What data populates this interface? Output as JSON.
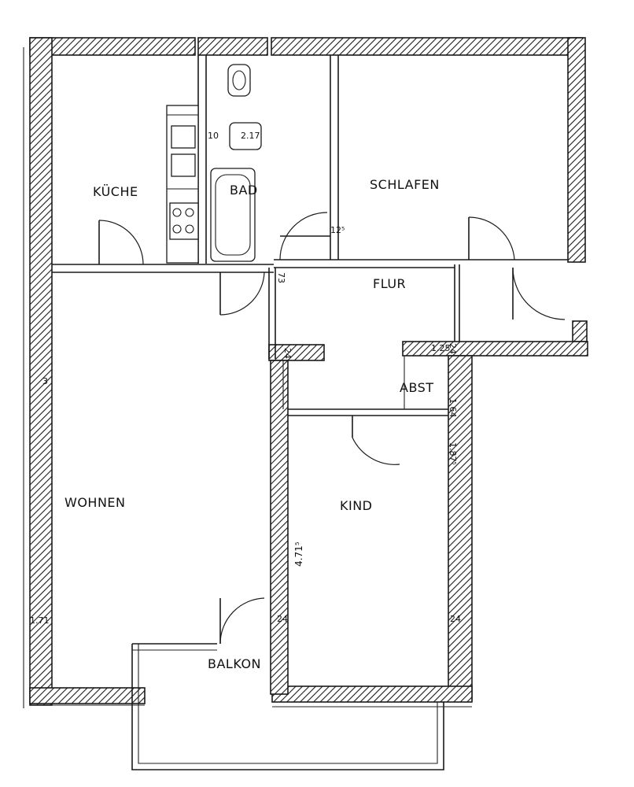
{
  "rooms": {
    "kueche": "KÜCHE",
    "bad": "BAD",
    "schlafen": "SCHLAFEN",
    "flur": "FLUR",
    "wohnen": "WOHNEN",
    "kind": "KIND",
    "abst": "ABST",
    "balkon": "BALKON"
  },
  "dimensions": {
    "bad_fixture": "2.17",
    "bad_wall": "10",
    "schlafen_door": "12⁵",
    "flur_top": "73",
    "flur_mid": "24",
    "flur_side": "1.25",
    "flur_right": "24",
    "abst_side": "1.64",
    "kind_side": "1.87⁵",
    "kind_width": "4.71⁵",
    "kind_left": "24",
    "kind_right": "24",
    "wohnen_left": "3",
    "wohnen_bottom": "1.71"
  }
}
